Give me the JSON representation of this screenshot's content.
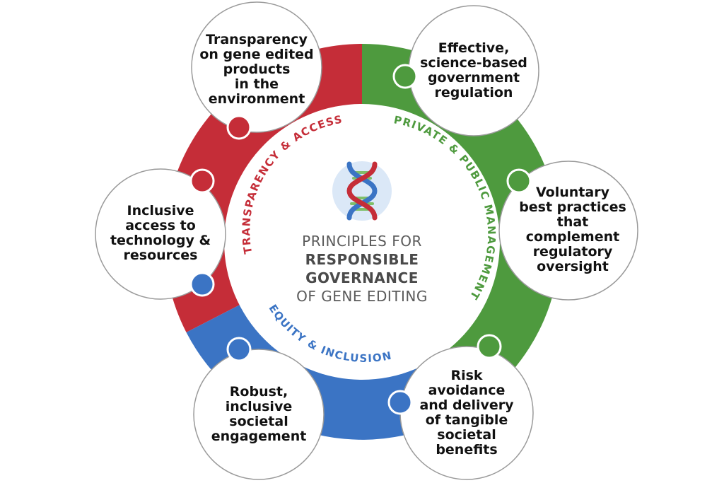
{
  "center": {
    "line1": "PRINCIPLES FOR",
    "line2": "RESPONSIBLE",
    "line3": "GOVERNANCE",
    "line4": "OF GENE EDITING"
  },
  "pillars": {
    "transparency": {
      "label": "TRANSPARENCY & ACCESS",
      "color": "#c52d38"
    },
    "private_public": {
      "label": "PRIVATE & PUBLIC MANAGEMENT",
      "color": "#4e9a3e"
    },
    "equity": {
      "label": "EQUITY & INCLUSION",
      "color": "#3b74c4"
    }
  },
  "principles": {
    "transparency": {
      "lines": [
        "Transparency",
        "on gene edited",
        "products",
        "in the",
        "environment"
      ],
      "color": "#c52d38"
    },
    "inclusive_access": {
      "lines": [
        "Inclusive",
        "access to",
        "technology &",
        "resources"
      ],
      "color": "#c52d38"
    },
    "science_regulation": {
      "lines": [
        "Effective,",
        "science-based",
        "government",
        "regulation"
      ],
      "color": "#4e9a3e"
    },
    "voluntary_practices": {
      "lines": [
        "Voluntary",
        "best practices",
        "that",
        "complement",
        "regulatory",
        "oversight"
      ],
      "color": "#4e9a3e"
    },
    "societal_engagement": {
      "lines": [
        "Robust,",
        "inclusive",
        "societal",
        "engagement"
      ],
      "color": "#3b74c4"
    },
    "risk_avoidance": {
      "lines": [
        "Risk",
        "avoidance",
        "and delivery",
        "of tangible",
        "societal",
        "benefits"
      ],
      "color": "#3b74c4"
    }
  },
  "colors": {
    "red": "#c52d38",
    "green": "#4e9a3e",
    "blue": "#3b74c4",
    "bubble_border": "#9a9a9a",
    "icon_bg": "#dbe8f7"
  },
  "icons": {
    "center_icon": "dna-helix-icon"
  }
}
